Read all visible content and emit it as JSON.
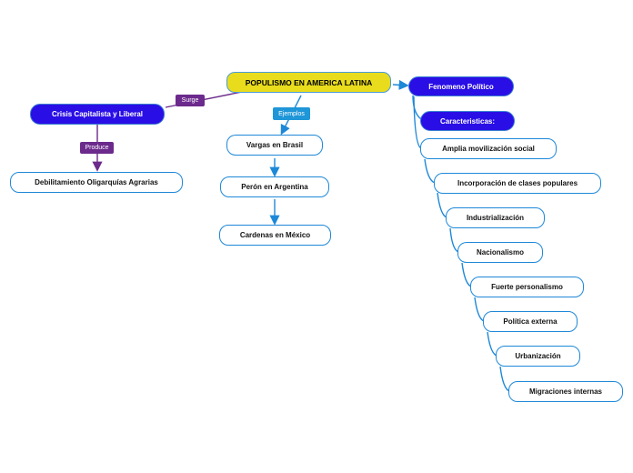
{
  "diagram": {
    "root": "POPULISMO EN AMERICA LATINA",
    "left": {
      "link_label": "Surge",
      "node": "Crisis Capitalista y Liberal",
      "child_link_label": "Produce",
      "child": "Debilitamiento Oligarquías Agrarias"
    },
    "middle": {
      "link_label": "Ejemplos",
      "items": [
        "Vargas en Brasil",
        "Perón en Argentina",
        "Cardenas en México"
      ]
    },
    "right": {
      "node": "Fenomeno Político",
      "sub": "Caracteristicas:",
      "items": [
        "Amplia movilización social",
        "Incorporación de clases populares",
        "Industrialización",
        "Nacionalismo",
        "Fuerte personalismo",
        "Política externa",
        "Urbanización",
        "Migraciones internas"
      ]
    },
    "colors": {
      "root_fill": "#e8dc1c",
      "blue_fill": "#2a0ee6",
      "line_blue": "#1e88d8",
      "line_purple": "#6b2a8c"
    }
  }
}
